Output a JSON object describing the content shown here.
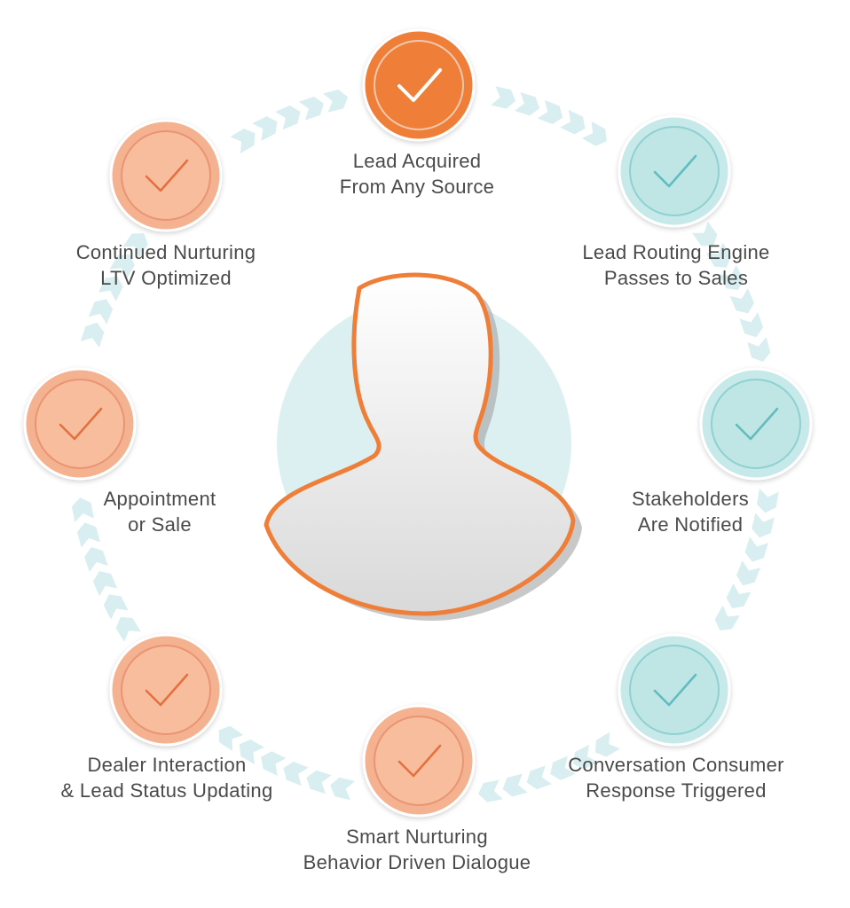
{
  "colors": {
    "accent_active": "#ef7f38",
    "accent_light": "#f5b290",
    "accent_light_ring": "#e99573",
    "pending": "#c7e9e9",
    "pending_ring": "#8ed1d1",
    "arrow": "#d8eef0",
    "text": "#4a4a4a",
    "avatar_outline": "#ef7f38",
    "avatar_bg": "#ddf0f1"
  },
  "icons": {
    "step_marker": "checkmark-icon",
    "center": "person-silhouette-icon",
    "connector": "chevron-arrow-icon"
  },
  "steps": [
    {
      "id": "lead-acquired",
      "state": "active",
      "line1": "Lead Acquired",
      "line2": "From Any Source"
    },
    {
      "id": "lead-routing",
      "state": "pending",
      "line1": "Lead Routing Engine",
      "line2": "Passes to Sales"
    },
    {
      "id": "stakeholders-notified",
      "state": "pending",
      "line1": "Stakeholders",
      "line2": "Are Notified"
    },
    {
      "id": "conversation-triggered",
      "state": "pending",
      "line1": "Conversation Consumer",
      "line2": "Response Triggered"
    },
    {
      "id": "smart-nurturing",
      "state": "done",
      "line1": "Smart Nurturing",
      "line2": "Behavior Driven Dialogue"
    },
    {
      "id": "dealer-interaction",
      "state": "done",
      "line1": "Dealer Interaction",
      "line2": "& Lead Status Updating"
    },
    {
      "id": "appointment-sale",
      "state": "done",
      "line1": "Appointment",
      "line2": "or Sale"
    },
    {
      "id": "continued-nurturing",
      "state": "done",
      "line1": "Continued Nurturing",
      "line2": "LTV Optimized"
    }
  ]
}
